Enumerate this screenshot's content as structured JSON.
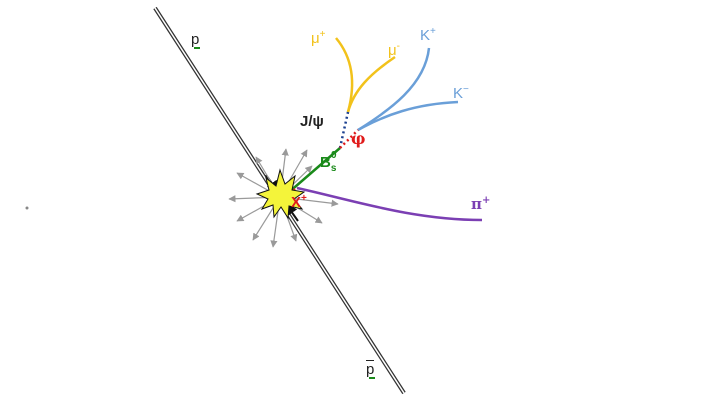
{
  "labels": {
    "proton": "p",
    "antiproton": "p",
    "mu_plus": "μ",
    "mu_plus_charge": "+",
    "mu_minus": "μ",
    "mu_minus_charge": "-",
    "k_plus": "K",
    "k_plus_charge": "+",
    "k_minus": "K",
    "k_minus_charge": "−",
    "jpsi": "J/ψ",
    "phi": "φ",
    "bs": "B",
    "bs_sub": "s",
    "bs_sup": "0",
    "x": "X",
    "x_charge": "+",
    "pi_plus": "π",
    "pi_plus_charge": "+"
  },
  "colors": {
    "beam": "#333333",
    "muon": "#f2c21b",
    "kaon": "#6a9fd8",
    "pion": "#7b3fb3",
    "bs": "#1a8a1a",
    "jpsi": "#1a3f8f",
    "phi": "#e01b1b",
    "x": "#e01b1b",
    "spray": "#9a9a9a",
    "vertex": "#f4f43a",
    "text": "#222222"
  }
}
